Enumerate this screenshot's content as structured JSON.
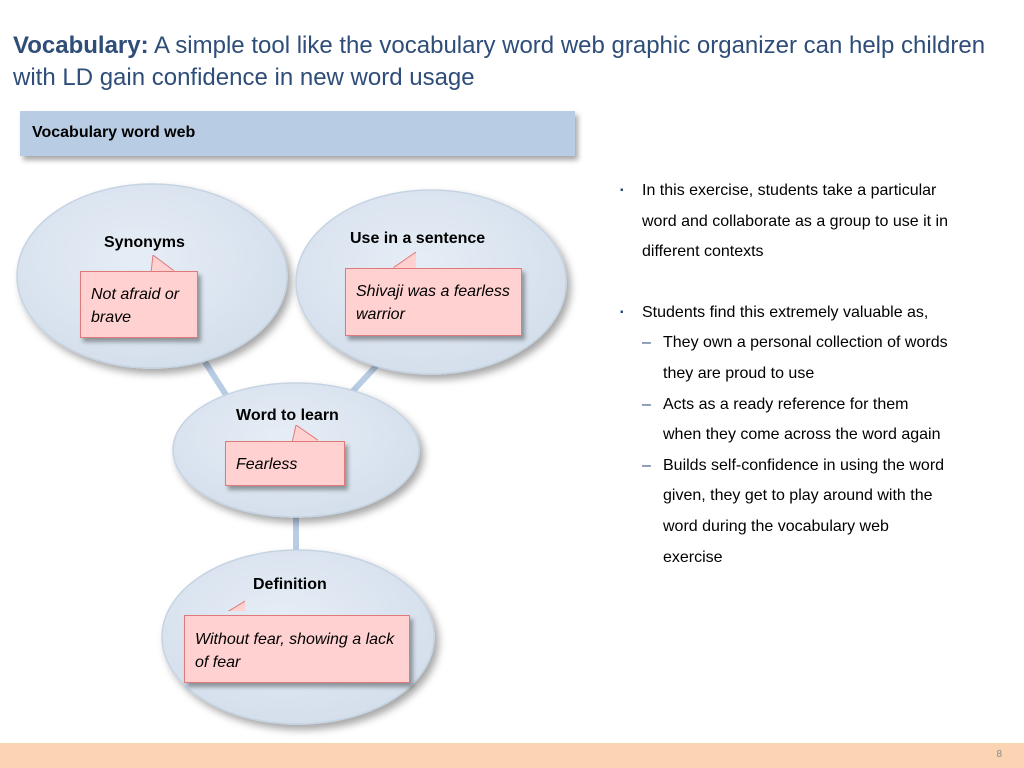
{
  "title": {
    "bold": "Vocabulary:",
    "rest": " A simple tool like the vocabulary word web graphic organizer can help children with LD gain confidence in new word usage"
  },
  "banner": {
    "label": "Vocabulary word web"
  },
  "web": {
    "synonyms": {
      "label": "Synonyms",
      "value": "Not afraid or brave"
    },
    "sentence": {
      "label": "Use in a sentence",
      "value": "Shivaji was a fearless warrior"
    },
    "word": {
      "label": "Word to learn",
      "value": "Fearless"
    },
    "definition": {
      "label": "Definition",
      "value": "Without fear, showing a lack of fear"
    }
  },
  "bullets": {
    "b1": "In this exercise, students take a particular word and collaborate as a group to use it in different contexts",
    "b2": "Students find this extremely valuable as,",
    "sub": [
      "They own a personal collection of words they are proud to use",
      "Acts as a ready reference for them when they come across the word again",
      "Builds self-confidence in using the word given, they get to play around with the word during the vocabulary web exercise"
    ],
    "bullet_marker": "▪",
    "dash_marker": "–"
  },
  "footer": {
    "page_number": "8"
  },
  "colors": {
    "title": "#2e4d78",
    "banner": "#b8cce4",
    "oval_fill": "#dbe5f1",
    "bubble_fill": "#ffd1d1",
    "footer": "#fbd4b4"
  }
}
